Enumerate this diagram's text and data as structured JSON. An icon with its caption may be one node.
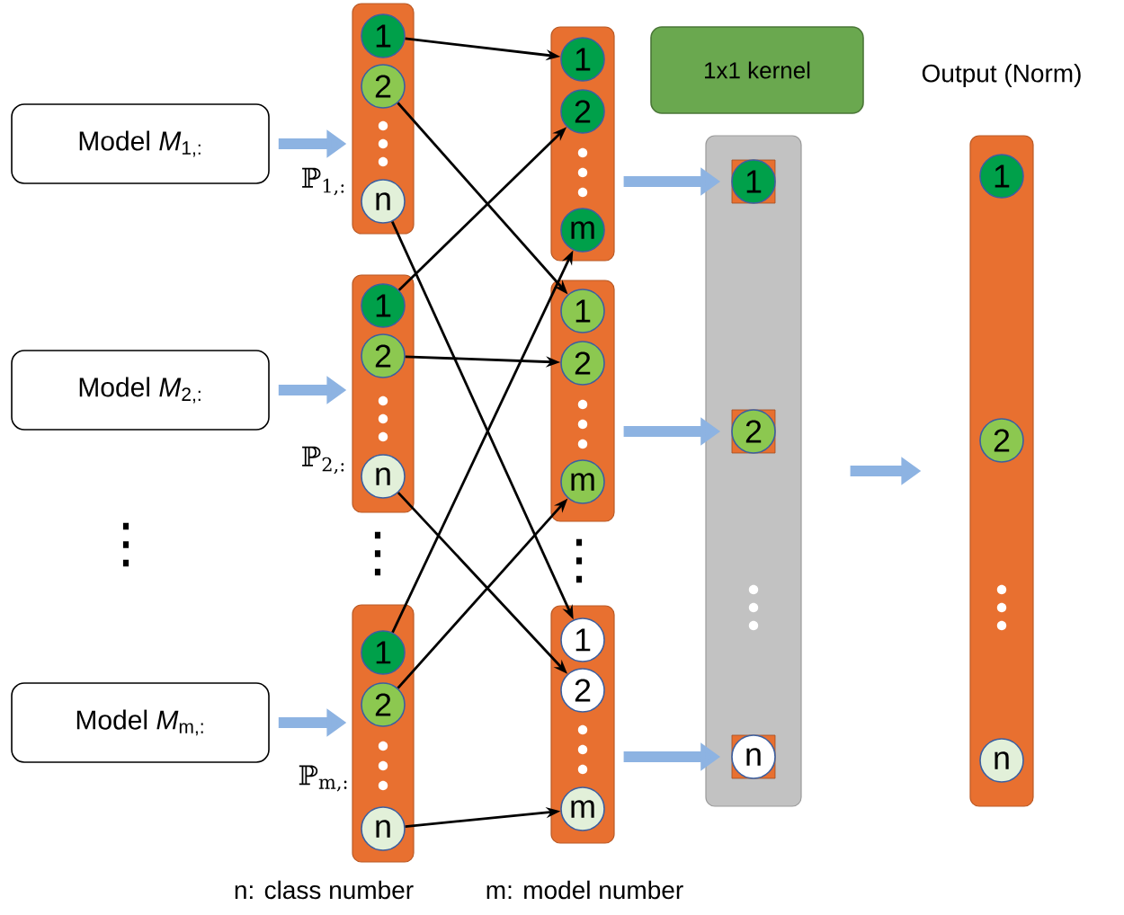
{
  "diagram": {
    "nodes": [
      {
        "text": [
          "Model *M*$_{1,:}$"
        ]
      },
      {
        "text": [
          "Model *M*$_{2,:}$"
        ]
      },
      {
        "text": [
          "Model *M*$_{m,:}$"
        ]
      },
      {
        "text": [],
        "shape": "bar",
        "beside": [
          "ℙ$_{1,:}$"
        ]
      },
      {
        "text": [
          "1"
        ],
        "in": 3
      },
      {
        "text": [
          "2"
        ],
        "in": 3
      },
      {
        "text": [
          "n"
        ],
        "in": 3
      },
      {
        "text": [],
        "shape": "bar",
        "beside": [
          "ℙ$_{2,:}$"
        ]
      },
      {
        "text": [
          "1"
        ],
        "in": 7
      },
      {
        "text": [
          "2"
        ],
        "in": 7
      },
      {
        "text": [
          "n"
        ],
        "in": 7
      },
      {
        "text": [],
        "shape": "bar",
        "beside": [
          "ℙ$_{m,:}$"
        ]
      },
      {
        "text": [
          "1"
        ],
        "in": 11
      },
      {
        "text": [
          "2"
        ],
        "in": 11
      },
      {
        "text": [
          "n"
        ],
        "in": 11
      },
      {
        "text": [],
        "shape": "bar"
      },
      {
        "text": [
          "1"
        ],
        "in": 15
      },
      {
        "text": [
          "2"
        ],
        "in": 15
      },
      {
        "text": [
          "m"
        ],
        "in": 15
      },
      {
        "text": [],
        "shape": "bar"
      },
      {
        "text": [
          "1"
        ],
        "in": 19
      },
      {
        "text": [
          "2"
        ],
        "in": 19
      },
      {
        "text": [
          "m"
        ],
        "in": 19
      },
      {
        "text": [],
        "shape": "bar"
      },
      {
        "text": [
          "1"
        ],
        "in": 23
      },
      {
        "text": [
          "2"
        ],
        "in": 23
      },
      {
        "text": [
          "m"
        ],
        "in": 23
      },
      {
        "text": [
          "1x1 kernel"
        ]
      },
      {
        "text": [],
        "shape": "bar"
      },
      {
        "text": [
          "1"
        ],
        "in": 28
      },
      {
        "text": [
          "2"
        ],
        "in": 28
      },
      {
        "text": [
          "n"
        ],
        "in": 28
      },
      {
        "text": [
          "Output (Norm)"
        ]
      },
      {
        "text": [
          "1"
        ],
        "in": 32
      },
      {
        "text": [
          "2"
        ],
        "in": 32
      },
      {
        "text": [
          "n"
        ],
        "in": 32
      }
    ],
    "edges": [
      {
        "from": 0,
        "to": 3,
        "arrow": "to",
        "style": "thick",
        "color": "#8db3e2"
      },
      {
        "from": 1,
        "to": 7,
        "arrow": "to",
        "style": "thick",
        "color": "#8db3e2"
      },
      {
        "from": 2,
        "to": 11,
        "arrow": "to",
        "style": "thick",
        "color": "#8db3e2"
      },
      {
        "from": 4,
        "to": 16,
        "arrow": "to"
      },
      {
        "from": 5,
        "to": 20,
        "arrow": "to"
      },
      {
        "from": 6,
        "to": 24,
        "arrow": "to"
      },
      {
        "from": 8,
        "to": 17,
        "arrow": "to"
      },
      {
        "from": 9,
        "to": 21,
        "arrow": "to"
      },
      {
        "from": 10,
        "to": 25,
        "arrow": "to"
      },
      {
        "from": 12,
        "to": 18,
        "arrow": "to"
      },
      {
        "from": 13,
        "to": 22,
        "arrow": "to"
      },
      {
        "from": 14,
        "to": 26,
        "arrow": "to"
      },
      {
        "from": 15,
        "to": 29,
        "arrow": "to",
        "style": "thick",
        "color": "#8db3e2"
      },
      {
        "from": 19,
        "to": 30,
        "arrow": "to",
        "style": "thick",
        "color": "#8db3e2"
      },
      {
        "from": 23,
        "to": 31,
        "arrow": "to",
        "style": "thick",
        "color": "#8db3e2"
      },
      {
        "from": 28,
        "to": 32,
        "arrow": "to",
        "style": "thick",
        "color": "#8db3e2"
      }
    ],
    "labels": [
      "⋮",
      "⋮",
      "⋮",
      "n: class number",
      "m: model number"
    ]
  }
}
